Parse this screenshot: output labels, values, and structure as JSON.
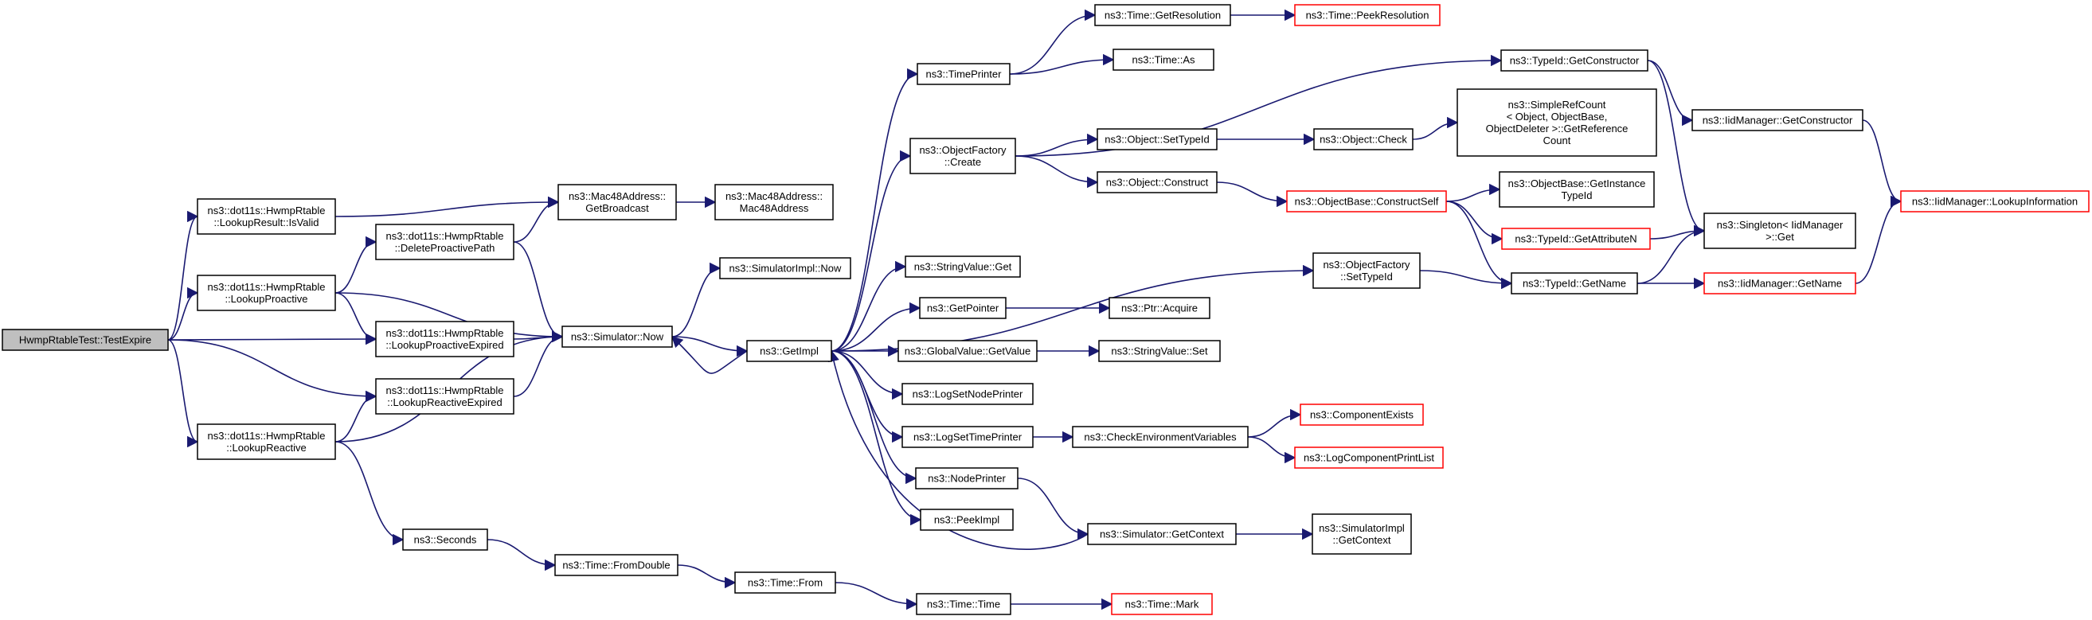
{
  "colors": {
    "edge": "#191970",
    "normal_border": "#000000",
    "unresolved_border": "#ff0000",
    "root_fill": "#bfbfbf"
  },
  "nodes": [
    {
      "id": "root",
      "lines": [
        "HwmpRtableTest::TestExpire"
      ],
      "style": "root"
    },
    {
      "id": "isvalid",
      "lines": [
        "ns3::dot11s::HwmpRtable",
        "::LookupResult::IsValid"
      ],
      "style": "normal"
    },
    {
      "id": "lproactive",
      "lines": [
        "ns3::dot11s::HwmpRtable",
        "::LookupProactive"
      ],
      "style": "normal"
    },
    {
      "id": "lreactive",
      "lines": [
        "ns3::dot11s::HwmpRtable",
        "::LookupReactive"
      ],
      "style": "normal"
    },
    {
      "id": "delproactive",
      "lines": [
        "ns3::dot11s::HwmpRtable",
        "::DeleteProactivePath"
      ],
      "style": "normal"
    },
    {
      "id": "lproexp",
      "lines": [
        "ns3::dot11s::HwmpRtable",
        "::LookupProactiveExpired"
      ],
      "style": "normal"
    },
    {
      "id": "lreaexp",
      "lines": [
        "ns3::dot11s::HwmpRtable",
        "::LookupReactiveExpired"
      ],
      "style": "normal"
    },
    {
      "id": "getbcast",
      "lines": [
        "ns3::Mac48Address::",
        "GetBroadcast"
      ],
      "style": "normal"
    },
    {
      "id": "mac48ctor",
      "lines": [
        "ns3::Mac48Address::",
        "Mac48Address"
      ],
      "style": "normal"
    },
    {
      "id": "simnow",
      "lines": [
        "ns3::Simulator::Now"
      ],
      "style": "normal"
    },
    {
      "id": "simimplnow",
      "lines": [
        "ns3::SimulatorImpl::Now"
      ],
      "style": "normal"
    },
    {
      "id": "getimpl",
      "lines": [
        "ns3::GetImpl"
      ],
      "style": "normal"
    },
    {
      "id": "seconds",
      "lines": [
        "ns3::Seconds"
      ],
      "style": "normal"
    },
    {
      "id": "fromdouble",
      "lines": [
        "ns3::Time::FromDouble"
      ],
      "style": "normal"
    },
    {
      "id": "timefrom",
      "lines": [
        "ns3::Time::From"
      ],
      "style": "normal"
    },
    {
      "id": "timetime",
      "lines": [
        "ns3::Time::Time"
      ],
      "style": "normal"
    },
    {
      "id": "timemark",
      "lines": [
        "ns3::Time::Mark"
      ],
      "style": "red"
    },
    {
      "id": "timeprinter",
      "lines": [
        "ns3::TimePrinter"
      ],
      "style": "normal"
    },
    {
      "id": "getres",
      "lines": [
        "ns3::Time::GetResolution"
      ],
      "style": "normal"
    },
    {
      "id": "peekres",
      "lines": [
        "ns3::Time::PeekResolution"
      ],
      "style": "red"
    },
    {
      "id": "timeas",
      "lines": [
        "ns3::Time::As"
      ],
      "style": "normal"
    },
    {
      "id": "objfcreate",
      "lines": [
        "ns3::ObjectFactory",
        "::Create"
      ],
      "style": "normal"
    },
    {
      "id": "setTypeId",
      "lines": [
        "ns3::Object::SetTypeId"
      ],
      "style": "normal"
    },
    {
      "id": "objcheck",
      "lines": [
        "ns3::Object::Check"
      ],
      "style": "normal"
    },
    {
      "id": "simpleref",
      "lines": [
        "ns3::SimpleRefCount",
        "< Object, ObjectBase,",
        "ObjectDeleter >::GetReference",
        "Count"
      ],
      "style": "normal"
    },
    {
      "id": "objconstruct",
      "lines": [
        "ns3::Object::Construct"
      ],
      "style": "normal"
    },
    {
      "id": "constructself",
      "lines": [
        "ns3::ObjectBase::ConstructSelf"
      ],
      "style": "red"
    },
    {
      "id": "getinsttid",
      "lines": [
        "ns3::ObjectBase::GetInstance",
        "TypeId"
      ],
      "style": "normal"
    },
    {
      "id": "getattrn",
      "lines": [
        "ns3::TypeId::GetAttributeN"
      ],
      "style": "red"
    },
    {
      "id": "tidgetname",
      "lines": [
        "ns3::TypeId::GetName"
      ],
      "style": "normal"
    },
    {
      "id": "tidgetctor",
      "lines": [
        "ns3::TypeId::GetConstructor"
      ],
      "style": "normal"
    },
    {
      "id": "iidgetctor",
      "lines": [
        "ns3::IidManager::GetConstructor"
      ],
      "style": "normal"
    },
    {
      "id": "singleton",
      "lines": [
        "ns3::Singleton< IidManager",
        ">::Get"
      ],
      "style": "normal"
    },
    {
      "id": "iidgetname",
      "lines": [
        "ns3::IidManager::GetName"
      ],
      "style": "red"
    },
    {
      "id": "lookupinfo",
      "lines": [
        "ns3::IidManager::LookupInformation"
      ],
      "style": "red"
    },
    {
      "id": "ofsettypeid",
      "lines": [
        "ns3::ObjectFactory",
        "::SetTypeId"
      ],
      "style": "normal"
    },
    {
      "id": "strvalget",
      "lines": [
        "ns3::StringValue::Get"
      ],
      "style": "normal"
    },
    {
      "id": "getpointer",
      "lines": [
        "ns3::GetPointer"
      ],
      "style": "normal"
    },
    {
      "id": "ptracquire",
      "lines": [
        "ns3::Ptr::Acquire"
      ],
      "style": "normal"
    },
    {
      "id": "gvgetvalue",
      "lines": [
        "ns3::GlobalValue::GetValue"
      ],
      "style": "normal"
    },
    {
      "id": "strvalset",
      "lines": [
        "ns3::StringValue::Set"
      ],
      "style": "normal"
    },
    {
      "id": "logsetnode",
      "lines": [
        "ns3::LogSetNodePrinter"
      ],
      "style": "normal"
    },
    {
      "id": "logsettime",
      "lines": [
        "ns3::LogSetTimePrinter"
      ],
      "style": "normal"
    },
    {
      "id": "checkenv",
      "lines": [
        "ns3::CheckEnvironmentVariables"
      ],
      "style": "normal"
    },
    {
      "id": "compexists",
      "lines": [
        "ns3::ComponentExists"
      ],
      "style": "red"
    },
    {
      "id": "logcompprint",
      "lines": [
        "ns3::LogComponentPrintList"
      ],
      "style": "red"
    },
    {
      "id": "nodeprinter",
      "lines": [
        "ns3::NodePrinter"
      ],
      "style": "normal"
    },
    {
      "id": "peekimpl",
      "lines": [
        "ns3::PeekImpl"
      ],
      "style": "normal"
    },
    {
      "id": "simgetctx",
      "lines": [
        "ns3::Simulator::GetContext"
      ],
      "style": "normal"
    },
    {
      "id": "simimplgetctx",
      "lines": [
        "ns3::SimulatorImpl",
        "::GetContext"
      ],
      "style": "normal"
    }
  ]
}
